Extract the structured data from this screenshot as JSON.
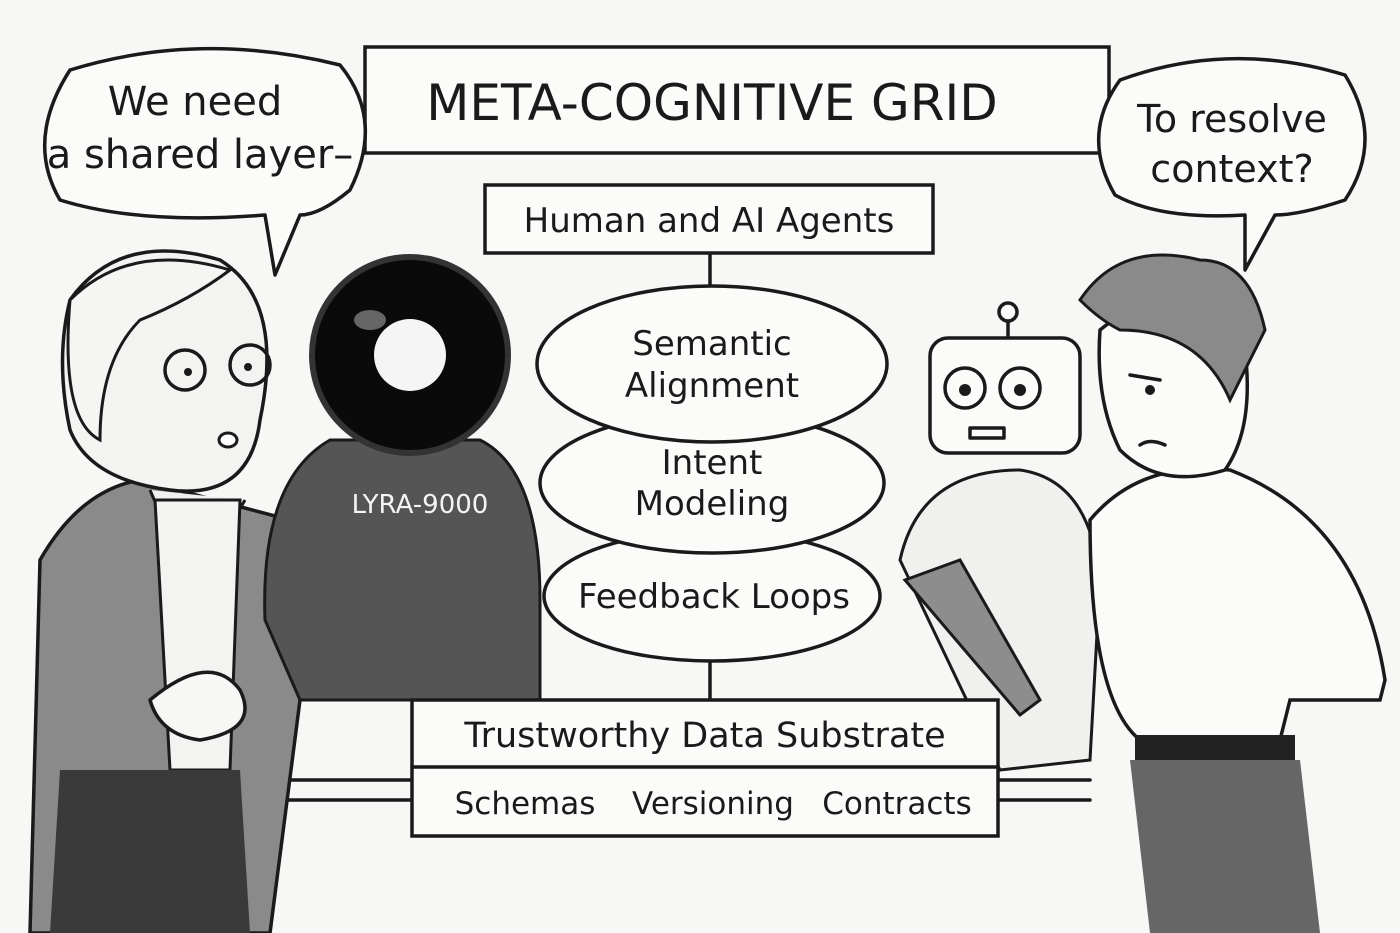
{
  "title": "META-COGNITIVE GRID",
  "speech_left": {
    "line1": "We need",
    "line2": "a shared layer–"
  },
  "speech_right": {
    "line1": "To resolve",
    "line2": "context?"
  },
  "diagram": {
    "top_box": "Human and AI Agents",
    "ellipses": [
      {
        "line1": "Semantic",
        "line2": "Alignment"
      },
      {
        "line1": "Intent",
        "line2": "Modeling"
      },
      {
        "line1": "Feedback Loops",
        "line2": ""
      }
    ],
    "substrate": "Trustworthy Data Substrate",
    "substrate_items": [
      "Schemas",
      "Versioning",
      "Contracts"
    ]
  },
  "robot_label": "LYRA-9000"
}
